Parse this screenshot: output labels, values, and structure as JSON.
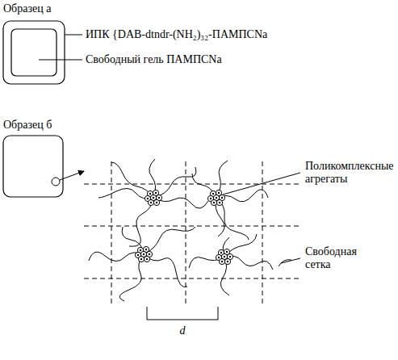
{
  "diagram": {
    "labels": [
      "Образец а",
      "ИПК {DAB-dtndr-(NH₂)₃₂-ПАМПСNa",
      "Свободный гель ПАМПСNa",
      "Образец б",
      "Поликомплексные агрегаты",
      "Свободная сетка",
      "d"
    ]
  }
}
